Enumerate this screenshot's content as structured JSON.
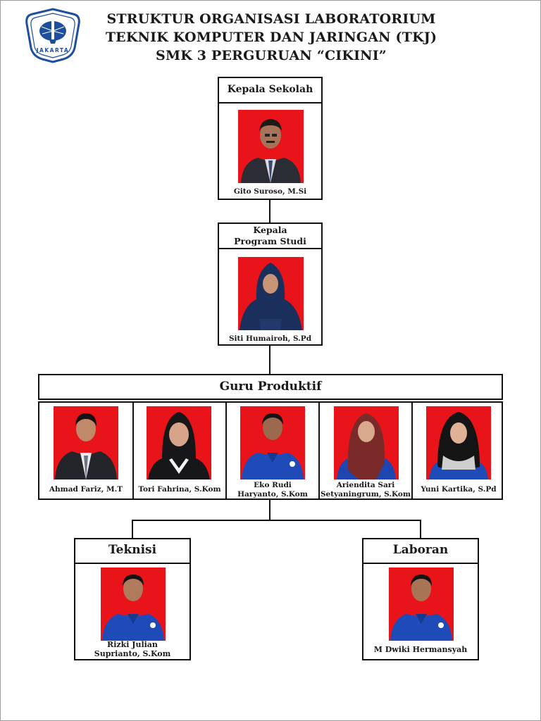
{
  "header": {
    "logo_text": "JAKARTA",
    "title_line1": "STRUKTUR ORGANISASI LABORATORIUM",
    "title_line2": "TEKNIK KOMPUTER DAN JARINGAN (TKJ)",
    "title_line3": "SMK 3 PERGURUAN “CIKINI”"
  },
  "kepala_sekolah": {
    "role": "Kepala Sekolah",
    "name": "Gito Suroso, M.Si"
  },
  "kaprodi": {
    "role_line1": "Kepala",
    "role_line2": "Program Studi",
    "name": "Siti Humairoh, S.Pd"
  },
  "guru": {
    "title": "Guru Produktif",
    "members": [
      {
        "name_line1": "Ahmad Fariz, M.T",
        "name_line2": ""
      },
      {
        "name_line1": "Tori Fahrina, S.Kom",
        "name_line2": ""
      },
      {
        "name_line1": "Eko Rudi",
        "name_line2": "Haryanto, S.Kom"
      },
      {
        "name_line1": "Ariendita Sari",
        "name_line2": "Setyaningrum, S.Kom"
      },
      {
        "name_line1": "Yuni Kartika, S.Pd",
        "name_line2": ""
      }
    ]
  },
  "teknisi": {
    "role": "Teknisi",
    "name_line1": "Rizki Julian",
    "name_line2": "Suprianto, S.Kom"
  },
  "laboran": {
    "role": "Laboran",
    "name": "M Dwiki Hermansyah"
  },
  "colors": {
    "photo_background": "#e8141a",
    "line": "#111111",
    "logo_blue": "#1d4f9c"
  }
}
